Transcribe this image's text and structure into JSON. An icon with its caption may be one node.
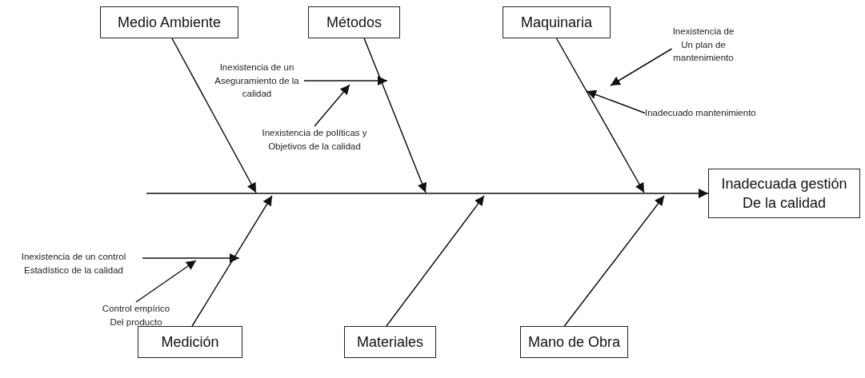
{
  "diagram": {
    "nodes": [
      {
        "text": [
          "Medio Ambiente"
        ]
      },
      {
        "text": [
          "Métodos"
        ]
      },
      {
        "text": [
          "Maquinaria"
        ]
      },
      {
        "text": [
          "Inadecuada gestión De la calidad"
        ]
      },
      {
        "text": [
          "Medición"
        ]
      },
      {
        "text": [
          "Materiales"
        ]
      },
      {
        "text": [
          "Mano de Obra"
        ]
      },
      {
        "text": [
          "Inexistencia de un Aseguramiento de la calidad"
        ]
      },
      {
        "text": [
          "Inexistencia de políticas y Objetivos de la calidad"
        ]
      },
      {
        "text": [
          "Inexistencia de Un plan de mantenimiento"
        ]
      },
      {
        "text": [
          "Inadecuado mantenimiento"
        ]
      },
      {
        "text": [
          "Inexistencia de un control Estadístico de la calidad"
        ]
      },
      {
        "text": [
          "Control empírico Del producto"
        ]
      }
    ],
    "edges": [
      {
        "from": null,
        "to": 3,
        "arrow": "to"
      },
      {
        "from": 0,
        "to": null,
        "arrow": "to"
      },
      {
        "from": 1,
        "to": null,
        "arrow": "to"
      },
      {
        "from": 2,
        "to": null,
        "arrow": "to"
      },
      {
        "from": 4,
        "to": null,
        "arrow": "to"
      },
      {
        "from": 5,
        "to": null,
        "arrow": "to"
      },
      {
        "from": 6,
        "to": null,
        "arrow": "to"
      },
      {
        "from": 7,
        "to": null,
        "arrow": "to"
      },
      {
        "from": 8,
        "to": null,
        "arrow": "to"
      },
      {
        "from": 9,
        "to": null,
        "arrow": "to"
      },
      {
        "from": 10,
        "to": null,
        "arrow": "to"
      },
      {
        "from": 11,
        "to": null,
        "arrow": "to"
      },
      {
        "from": 12,
        "to": null,
        "arrow": "to"
      }
    ]
  }
}
